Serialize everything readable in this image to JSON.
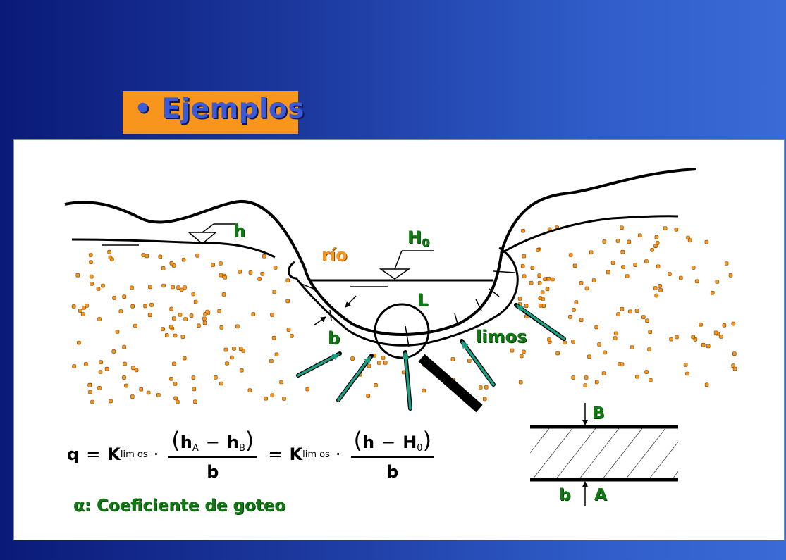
{
  "slide": {
    "bullet": "•",
    "title": "Ejemplos"
  },
  "diagram": {
    "labels": {
      "h": "h",
      "H0_main": "H",
      "H0_sub": "0",
      "rio": "río",
      "L": "L",
      "b": "b",
      "limos": "limos"
    },
    "inset": {
      "B": "B",
      "b": "b",
      "A": "A"
    }
  },
  "formula": {
    "q": "q",
    "eq": "=",
    "K": "K",
    "K_sub": "lim os",
    "dot": "·",
    "num1_hA": "h",
    "num1_hA_sub": "A",
    "num1_minus": "−",
    "num1_hB": "h",
    "num1_hB_sub": "B",
    "den": "b",
    "num2_h": "h",
    "num2_minus": "−",
    "num2_H": "H",
    "num2_H_sub": "0"
  },
  "legend": {
    "alpha": "α",
    "text": ": Coeficiente de goteo"
  },
  "colors": {
    "bg_left": "#0a1a78",
    "bg_right": "#3a6ad6",
    "title_box": "#f7951d",
    "title_text": "#3b5bd6",
    "label_green": "#0f7a12",
    "label_orange": "#f7951d",
    "arrow_teal": "#1aa085",
    "dots": "#f7951d"
  }
}
